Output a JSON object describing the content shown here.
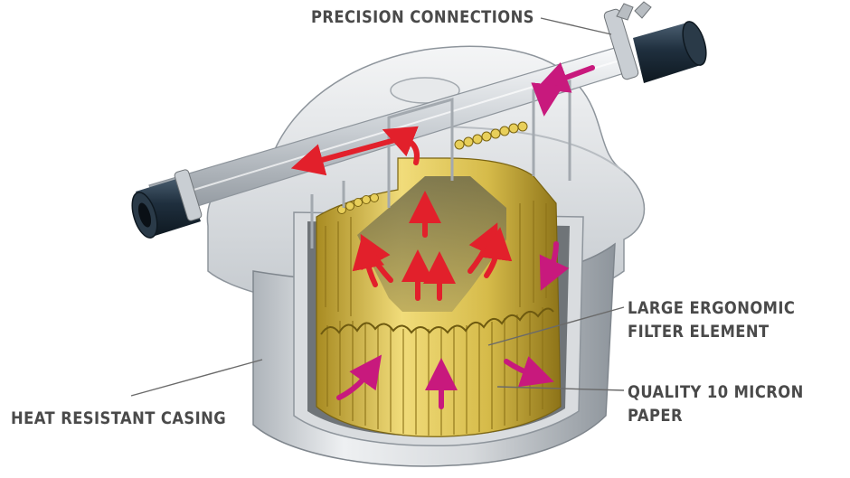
{
  "labels": {
    "precision": "PRECISION CONNECTIONS",
    "large_line1": "LARGE ERGONOMIC",
    "large_line2": "FILTER ELEMENT",
    "quality_line1": "QUALITY 10 MICRON",
    "quality_line2": "PAPER",
    "heat": "HEAT RESISTANT CASING"
  },
  "colors": {
    "text": "#4a4a4a",
    "casing": "#d9dcdf",
    "casing_dark": "#9ea4aa",
    "filter_gold": "#d9c25a",
    "flow_red": "#e2202b",
    "flow_magenta": "#c8197d",
    "hose": "#1f2f3e"
  }
}
